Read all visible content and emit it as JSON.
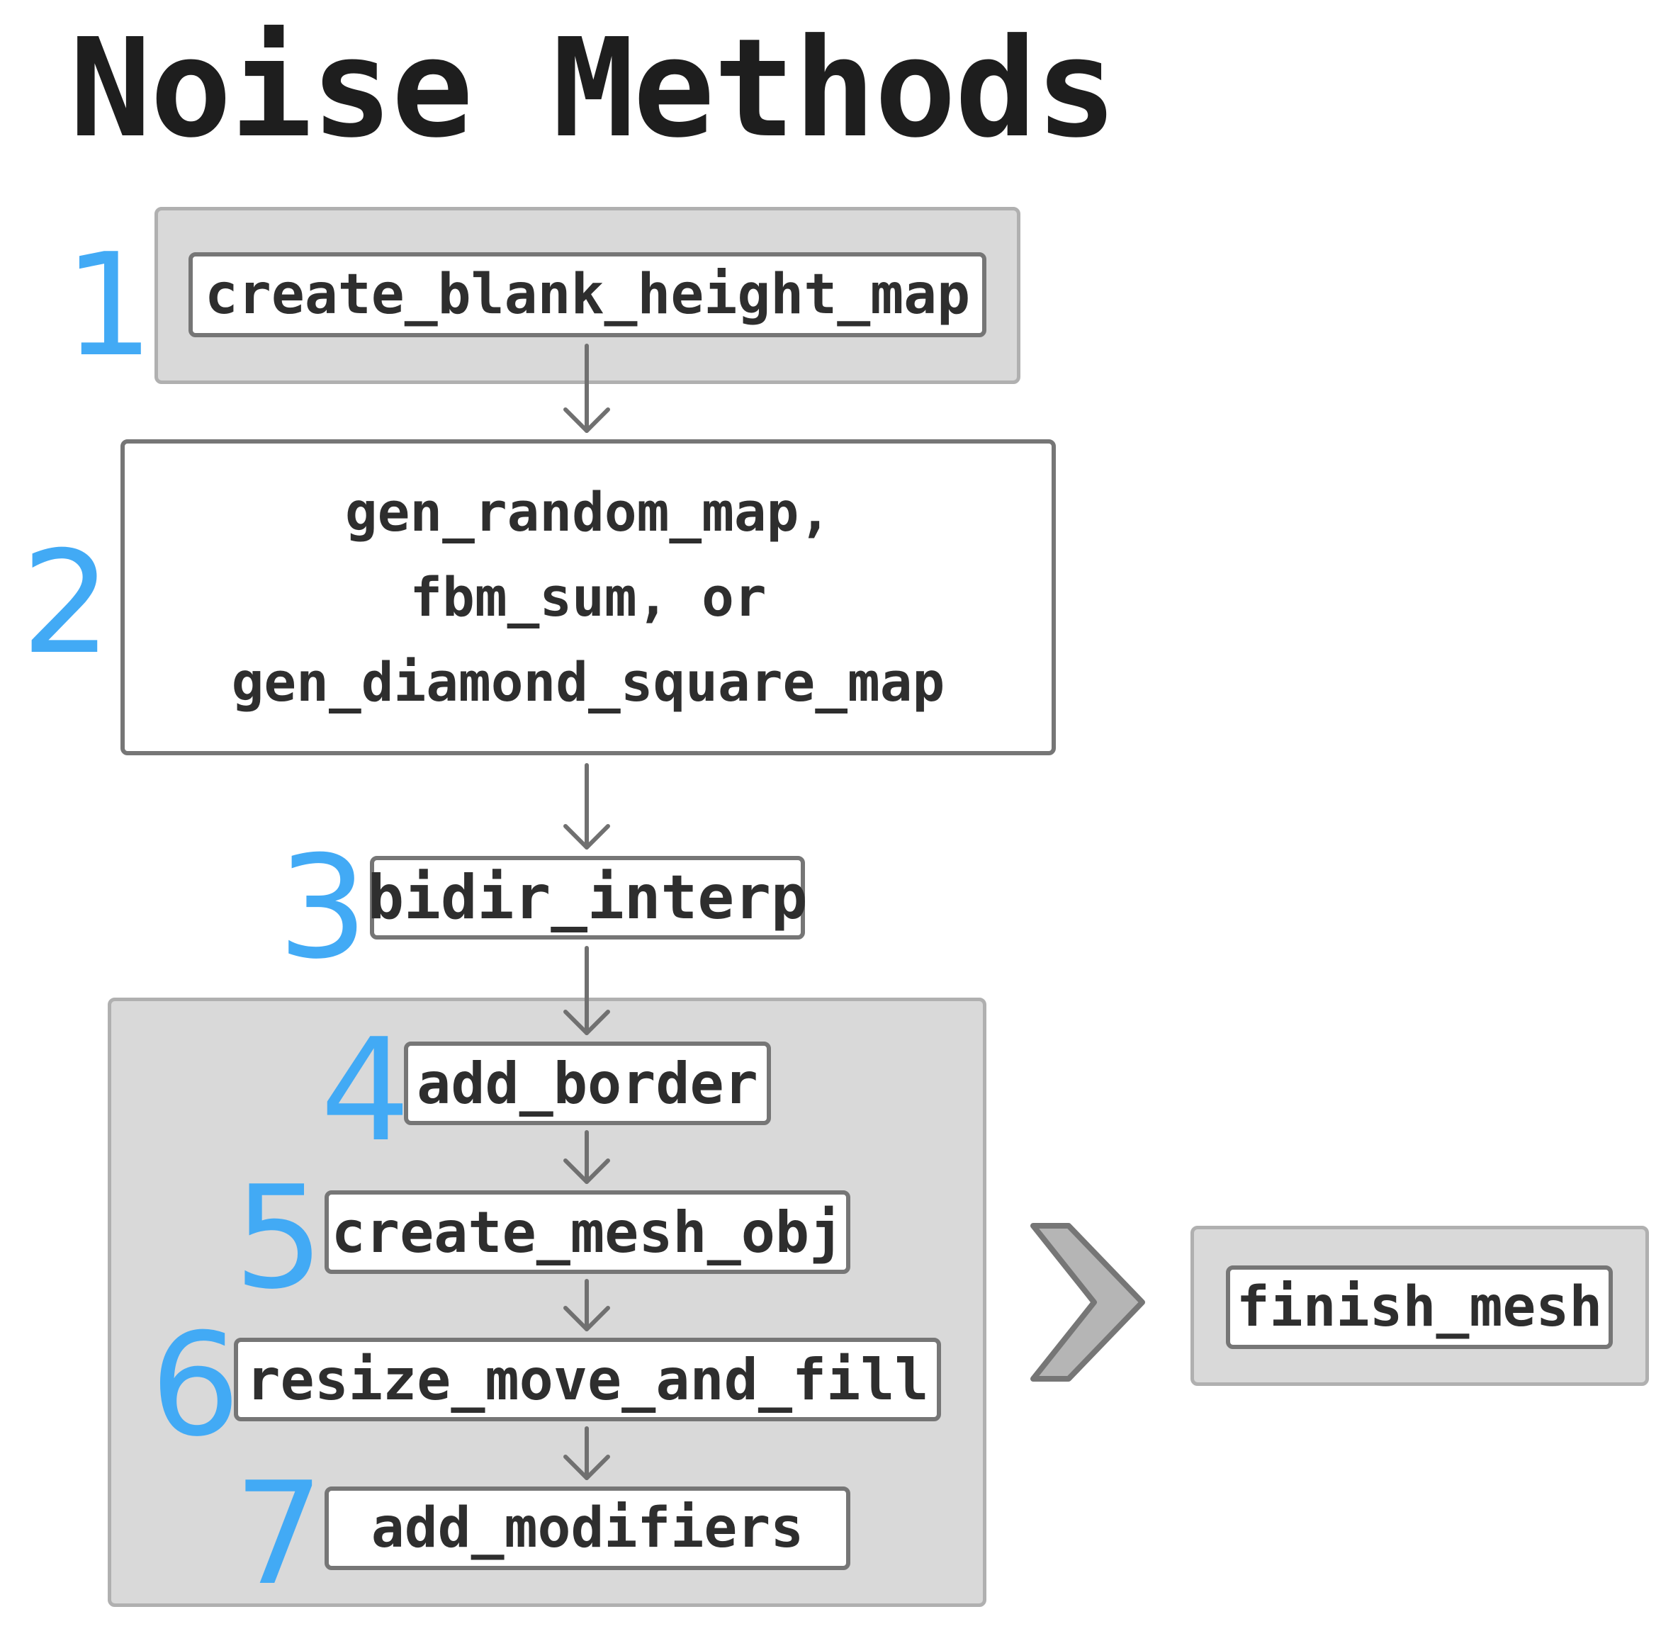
{
  "title": "Noise Methods",
  "steps": [
    {
      "number": "1",
      "lines": [
        "create_blank_height_map"
      ]
    },
    {
      "number": "2",
      "lines": [
        "gen_random_map,",
        "fbm_sum, or",
        "gen_diamond_square_map"
      ]
    },
    {
      "number": "3",
      "lines": [
        "bidir_interp"
      ]
    },
    {
      "number": "4",
      "lines": [
        "add_border"
      ]
    },
    {
      "number": "5",
      "lines": [
        "create_mesh_obj"
      ]
    },
    {
      "number": "6",
      "lines": [
        "resize_move_and_fill"
      ]
    },
    {
      "number": "7",
      "lines": [
        "add_modifiers"
      ]
    }
  ],
  "final": {
    "label": "finish_mesh"
  },
  "colors": {
    "step_number": "#42aaf5",
    "group_fill": "#d9d9d9",
    "box_border": "#767676",
    "arrow": "#707070",
    "chevron_fill": "#b5b5b5"
  }
}
